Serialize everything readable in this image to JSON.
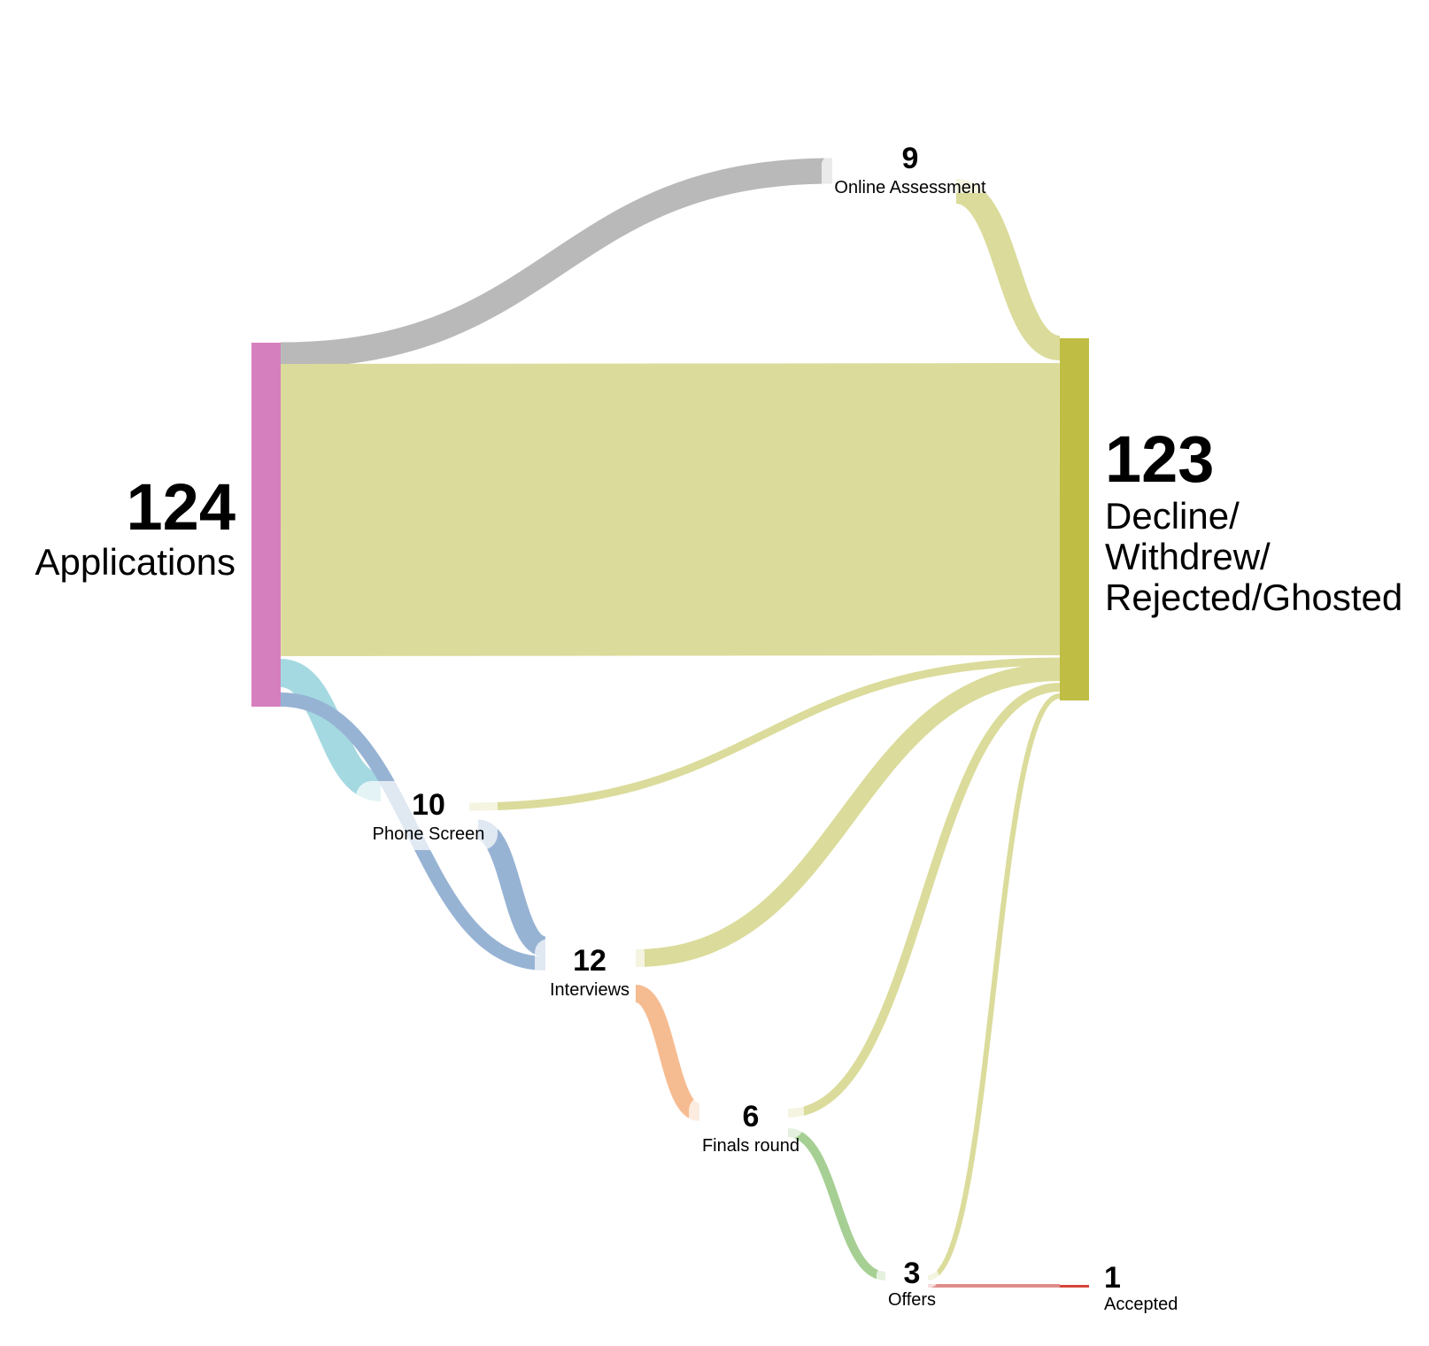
{
  "colors": {
    "applications": "#d67fbe",
    "decline": "#bfbd44",
    "decline_flow": "#dbdb9b",
    "online_flow": "#b9b9b9",
    "phone_flow": "#a5d9e1",
    "interview_flow": "#97b3d4",
    "finals_flow": "#f6bc91",
    "offers_flow": "#a6cf94",
    "accepted_flow": "#df8c8a",
    "accepted": "#d6453a"
  },
  "nodes": {
    "applications": {
      "value": "124",
      "name": "Applications"
    },
    "decline": {
      "value": "123",
      "name_lines": [
        "Decline/",
        "Withdrew/",
        "Rejected/Ghosted"
      ]
    },
    "online": {
      "value": "9",
      "name": "Online Assessment"
    },
    "phone": {
      "value": "10",
      "name": "Phone Screen"
    },
    "interviews": {
      "value": "12",
      "name": "Interviews"
    },
    "finals": {
      "value": "6",
      "name": "Finals round"
    },
    "offers": {
      "value": "3",
      "name": "Offers"
    },
    "accepted": {
      "value": "1",
      "name": "Accepted"
    }
  },
  "chart_data": {
    "type": "sankey",
    "nodes": [
      "Applications",
      "Online Assessment",
      "Phone Screen",
      "Interviews",
      "Finals round",
      "Offers",
      "Accepted",
      "Decline/ Withdrew/ Rejected/Ghosted"
    ],
    "node_values": [
      124,
      9,
      10,
      12,
      6,
      3,
      1,
      123
    ],
    "links": [
      {
        "source": "Applications",
        "target": "Online Assessment",
        "value": 9
      },
      {
        "source": "Applications",
        "target": "Decline/ Withdrew/ Rejected/Ghosted",
        "value": 100
      },
      {
        "source": "Applications",
        "target": "Phone Screen",
        "value": 10
      },
      {
        "source": "Applications",
        "target": "Interviews",
        "value": 5
      },
      {
        "source": "Online Assessment",
        "target": "Decline/ Withdrew/ Rejected/Ghosted",
        "value": 9
      },
      {
        "source": "Phone Screen",
        "target": "Decline/ Withdrew/ Rejected/Ghosted",
        "value": 3
      },
      {
        "source": "Phone Screen",
        "target": "Interviews",
        "value": 7
      },
      {
        "source": "Interviews",
        "target": "Decline/ Withdrew/ Rejected/Ghosted",
        "value": 6
      },
      {
        "source": "Interviews",
        "target": "Finals round",
        "value": 6
      },
      {
        "source": "Finals round",
        "target": "Decline/ Withdrew/ Rejected/Ghosted",
        "value": 3
      },
      {
        "source": "Finals round",
        "target": "Offers",
        "value": 3
      },
      {
        "source": "Offers",
        "target": "Decline/ Withdrew/ Rejected/Ghosted",
        "value": 2
      },
      {
        "source": "Offers",
        "target": "Accepted",
        "value": 1
      }
    ]
  }
}
